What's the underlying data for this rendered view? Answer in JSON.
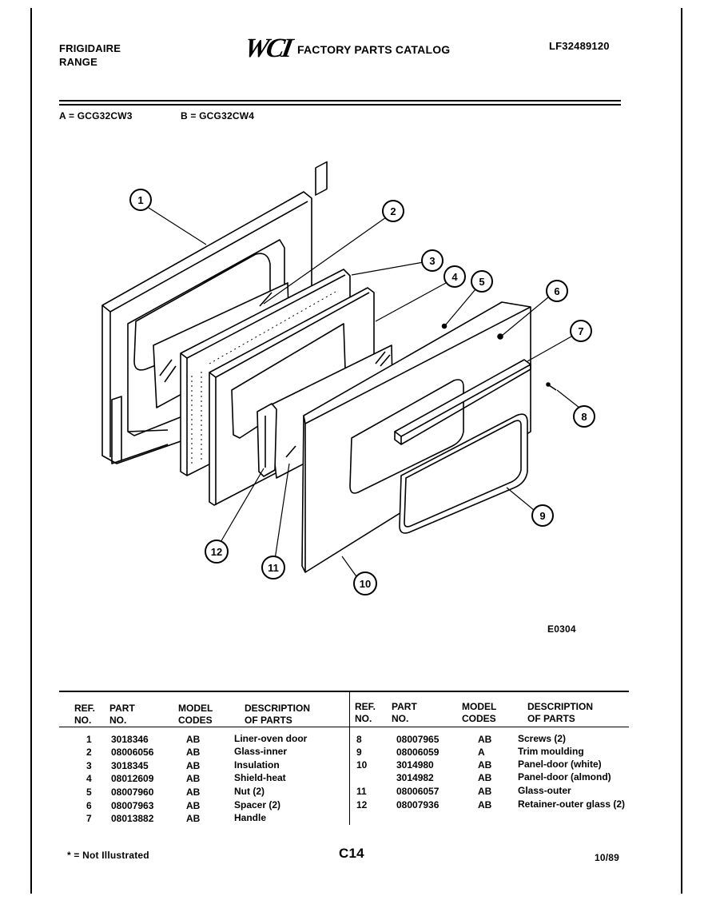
{
  "header": {
    "brand_line1": "FRIGIDAIRE",
    "brand_line2": "RANGE",
    "logo": "WCI",
    "catalog_title": "FACTORY PARTS CATALOG",
    "catalog_number": "LF32489120"
  },
  "models": {
    "a": "A = GCG32CW3",
    "b": "B = GCG32CW4"
  },
  "diagram": {
    "code": "E0304",
    "callouts": [
      "1",
      "2",
      "3",
      "4",
      "5",
      "6",
      "7",
      "8",
      "9",
      "10",
      "11",
      "12"
    ]
  },
  "table": {
    "headers_left": {
      "ref": "REF.",
      "ref2": "NO.",
      "part": "PART",
      "part2": "NO.",
      "model": "MODEL",
      "model2": "CODES",
      "desc": "DESCRIPTION",
      "desc2": "OF PARTS"
    },
    "headers_right": {
      "ref": "REF.",
      "ref2": "NO.",
      "part": "PART",
      "part2": "NO.",
      "model": "MODEL",
      "model2": "CODES",
      "desc": "DESCRIPTION",
      "desc2": "OF PARTS"
    },
    "left_rows": [
      {
        "ref": "1",
        "part": "3018346",
        "codes": "AB",
        "desc": "Liner-oven door"
      },
      {
        "ref": "2",
        "part": "08006056",
        "codes": "AB",
        "desc": "Glass-inner"
      },
      {
        "ref": "3",
        "part": "3018345",
        "codes": "AB",
        "desc": "Insulation"
      },
      {
        "ref": "4",
        "part": "08012609",
        "codes": "AB",
        "desc": "Shield-heat"
      },
      {
        "ref": "5",
        "part": "08007960",
        "codes": "AB",
        "desc": "Nut (2)"
      },
      {
        "ref": "6",
        "part": "08007963",
        "codes": "AB",
        "desc": "Spacer (2)"
      },
      {
        "ref": "7",
        "part": "08013882",
        "codes": "AB",
        "desc": "Handle"
      }
    ],
    "right_rows": [
      {
        "ref": "8",
        "part": "08007965",
        "codes": "AB",
        "desc": "Screws (2)"
      },
      {
        "ref": "9",
        "part": "08006059",
        "codes": "A",
        "desc": "Trim moulding"
      },
      {
        "ref": "10",
        "part": "3014980",
        "codes": "AB",
        "desc": "Panel-door (white)"
      },
      {
        "ref": "",
        "part": "3014982",
        "codes": "AB",
        "desc": "Panel-door (almond)"
      },
      {
        "ref": "11",
        "part": "08006057",
        "codes": "AB",
        "desc": "Glass-outer"
      },
      {
        "ref": "12",
        "part": "08007936",
        "codes": "AB",
        "desc": "Retainer-outer glass (2)"
      }
    ]
  },
  "footer": {
    "note": "* = Not Illustrated",
    "page": "C14",
    "date": "10/89"
  }
}
